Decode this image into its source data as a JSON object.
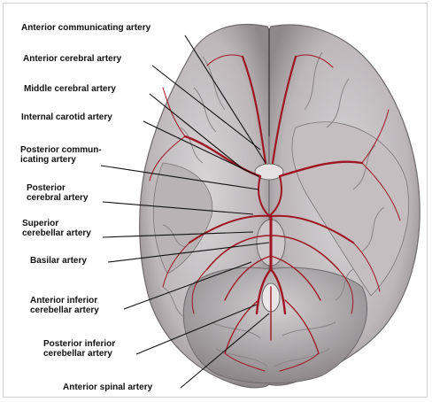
{
  "labels": [
    {
      "key": "acom",
      "text": "Anterior communicating artery"
    },
    {
      "key": "aca",
      "text": "Anterior cerebral artery"
    },
    {
      "key": "mca",
      "text": "Middle cerebral artery"
    },
    {
      "key": "ica",
      "text": "Internal carotid artery"
    },
    {
      "key": "pcom",
      "text": "Posterior commun-\nicating artery"
    },
    {
      "key": "pca",
      "text": "Posterior\ncerebral artery"
    },
    {
      "key": "sca",
      "text": "Superior\ncerebellar artery"
    },
    {
      "key": "basilar",
      "text": "Basilar artery"
    },
    {
      "key": "aica",
      "text": "Anterior inferior\ncerebellar artery"
    },
    {
      "key": "pica",
      "text": "Posterior inferior\ncerebellar artery"
    },
    {
      "key": "asa",
      "text": "Anterior spinal artery"
    }
  ],
  "colors": {
    "brain_fill": "#c9c4c6",
    "brain_shade": "#8f8a8c",
    "artery": "#a01522",
    "leader": "#111111"
  }
}
